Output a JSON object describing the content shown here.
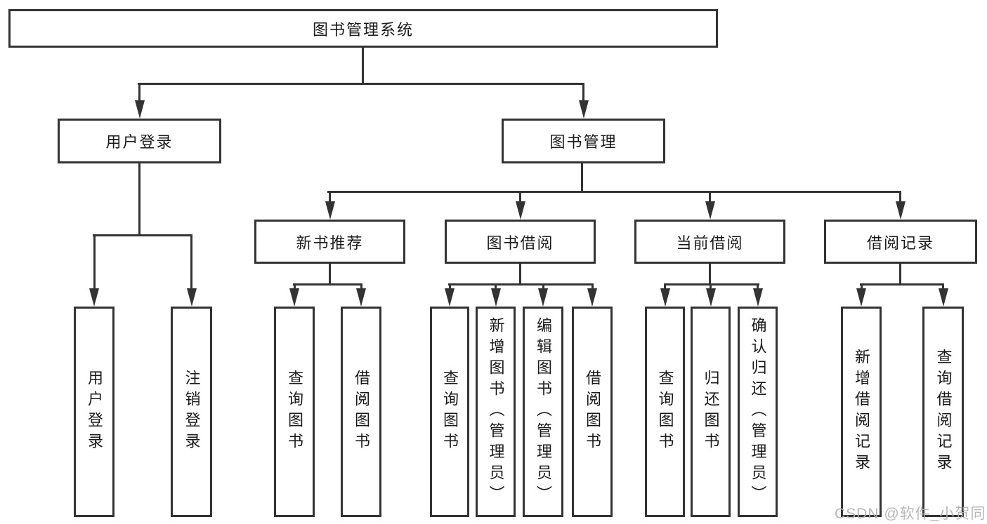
{
  "diagram": {
    "root": "图书管理系统",
    "branches": [
      {
        "label": "用户登录",
        "leaves": [
          "用户登录",
          "注销登录"
        ]
      },
      {
        "label": "图书管理",
        "sections": [
          {
            "label": "新书推荐",
            "leaves": [
              "查询图书",
              "借阅图书"
            ]
          },
          {
            "label": "图书借阅",
            "leaves": [
              "查询图书",
              "新增图书（管理员）",
              "编辑图书（管理员）",
              "借阅图书"
            ]
          },
          {
            "label": "当前借阅",
            "leaves": [
              "查询图书",
              "归还图书",
              "确认归还（管理员）"
            ]
          },
          {
            "label": "借阅记录",
            "leaves": [
              "新增借阅记录",
              "查询借阅记录"
            ]
          }
        ]
      }
    ]
  },
  "watermark": {
    "text": "CSDN @软件_小贺同学"
  },
  "colors": {
    "line": "#333333",
    "text": "#1a1a1a",
    "box_background": "#ffffff",
    "watermark": "#b2b2b2"
  }
}
